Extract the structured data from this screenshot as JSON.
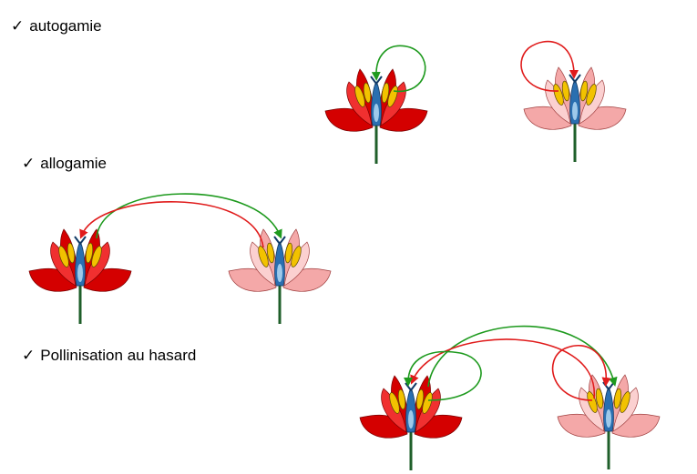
{
  "labels": {
    "check": "✓",
    "autogamie": "autogamie",
    "allogamie": "allogamie",
    "hasard": "Pollinisation au hasard"
  },
  "colors": {
    "red_flower": "#d40000",
    "red_flower_inner": "#f03030",
    "pink_flower": "#f4a8a8",
    "pink_flower_inner": "#fbd0d0",
    "stem": "#1f5f2a",
    "pistil": "#2a6fb0",
    "anther": "#f2c200",
    "arrow_red": "#e01b1b",
    "arrow_green": "#1e9a1e"
  },
  "flowers": [
    {
      "name": "autogamie-red-flower",
      "variant": "red"
    },
    {
      "name": "autogamie-pink-flower",
      "variant": "pink"
    },
    {
      "name": "allogamie-red-flower",
      "variant": "red"
    },
    {
      "name": "allogamie-pink-flower",
      "variant": "pink"
    },
    {
      "name": "hasard-red-flower",
      "variant": "red"
    },
    {
      "name": "hasard-pink-flower",
      "variant": "pink"
    }
  ]
}
